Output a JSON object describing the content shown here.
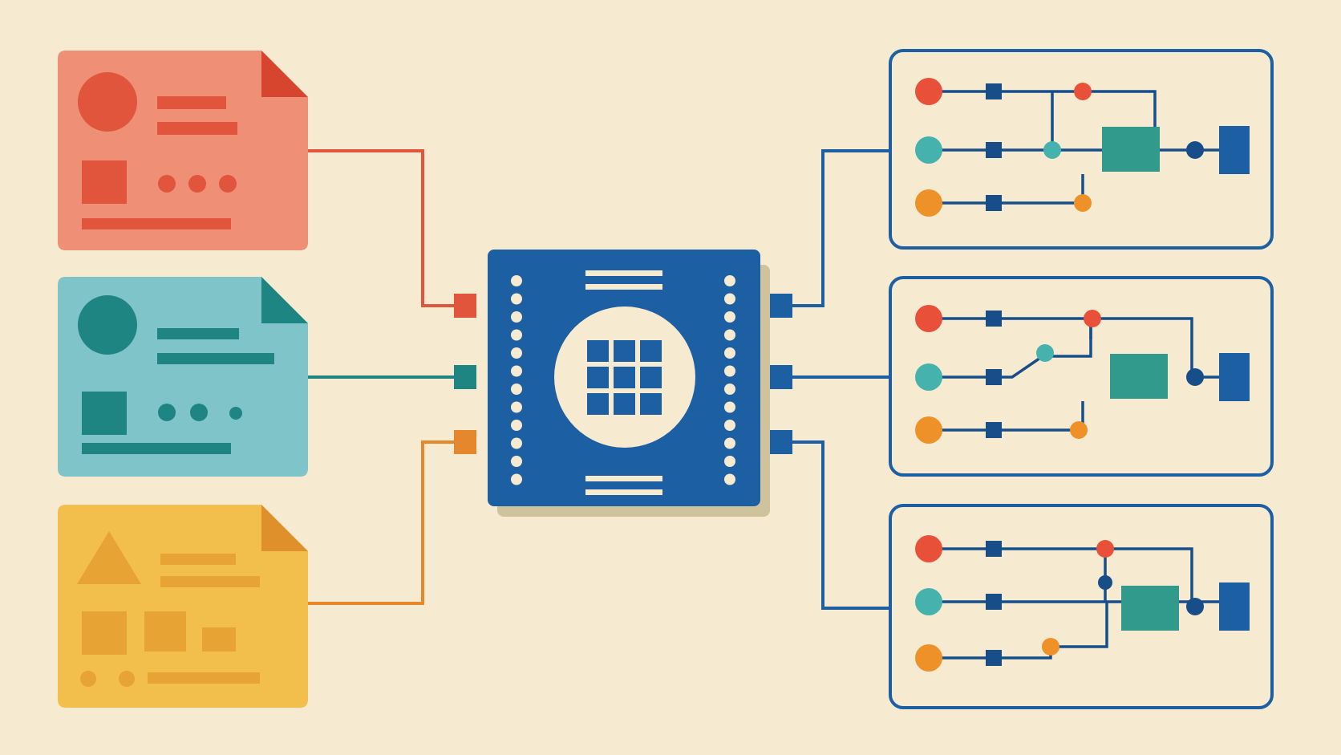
{
  "colors": {
    "background": "#f6ead0",
    "red_doc": "#ee8f76",
    "red_dark": "#d8452f",
    "red_mid": "#e0553c",
    "teal_doc": "#7fc4c9",
    "teal_dark": "#1f8583",
    "yellow_doc": "#f2bf4c",
    "yellow_dark": "#e0902a",
    "yellow_mid": "#e8a335",
    "orange_wire": "#e5882d",
    "blue": "#1c5fa3",
    "blue_dark": "#174e8a",
    "cream": "#f6ead0",
    "chip_shadow": "#cfc39e",
    "node_red": "#e9503a",
    "node_teal": "#45b2ae",
    "node_orange": "#ee9128",
    "node_blue": "#1c5fa3",
    "node_green": "#329a8c"
  },
  "diagram": {
    "input_documents": [
      {
        "color": "red",
        "shape": "circle"
      },
      {
        "color": "teal",
        "shape": "circle"
      },
      {
        "color": "yellow",
        "shape": "triangle"
      }
    ],
    "processor": {
      "icon": "grid-icon",
      "grid_cells": 9
    },
    "output_circuits": 3
  }
}
